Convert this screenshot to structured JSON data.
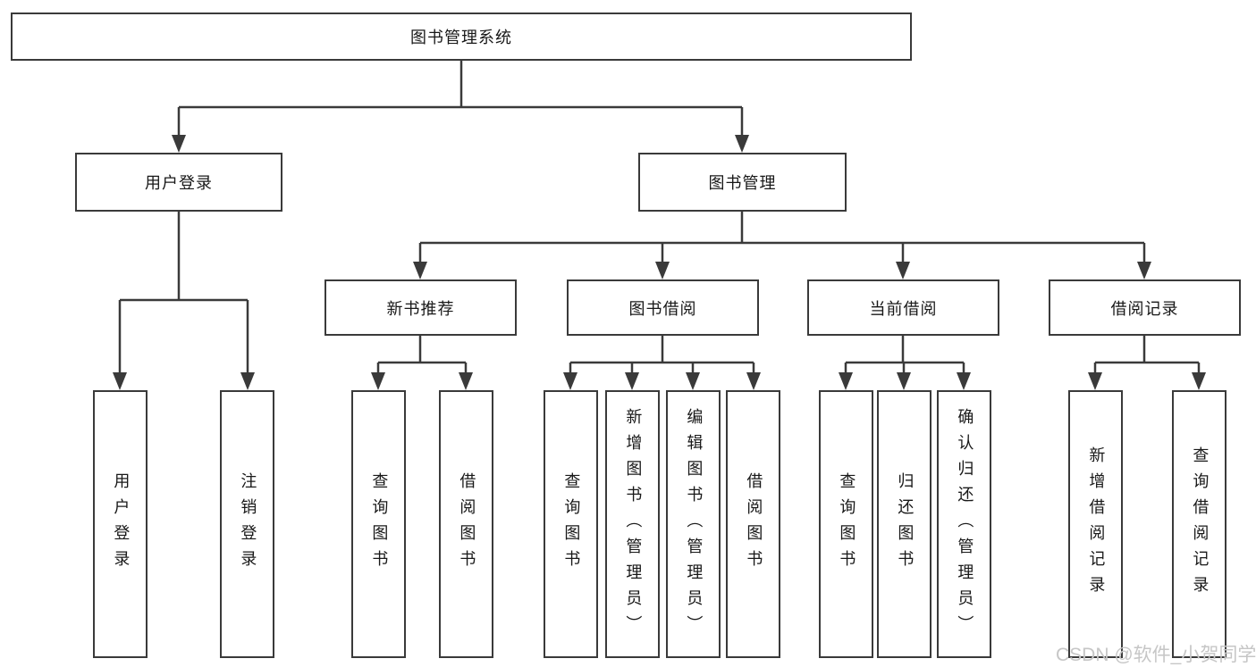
{
  "nodes": {
    "root": "图书管理系统",
    "level2": {
      "user_login": "用户登录",
      "book_mgmt": "图书管理"
    },
    "level3": {
      "new_book_rec": "新书推荐",
      "book_borrow": "图书借阅",
      "current_borrow": "当前借阅",
      "borrow_records": "借阅记录"
    },
    "leaves": {
      "login": [
        "用户登录",
        "注销登录"
      ],
      "recommend": [
        "查询图书",
        "借阅图书"
      ],
      "borrow": [
        "查询图书",
        "新增图书（管理员）",
        "编辑图书（管理员）",
        "借阅图书"
      ],
      "current": [
        "查询图书",
        "归还图书",
        "确认归还（管理员）"
      ],
      "records": [
        "新增借阅记录",
        "查询借阅记录"
      ]
    }
  },
  "watermark": "CSDN @软件_小贺同学",
  "colors": {
    "line": "#3a3a3a",
    "box_border": "#3a3a3a",
    "box_background": "#ffffff",
    "text": "#181818",
    "watermark": "#c6c6c6",
    "page_background": "#ffffff"
  }
}
